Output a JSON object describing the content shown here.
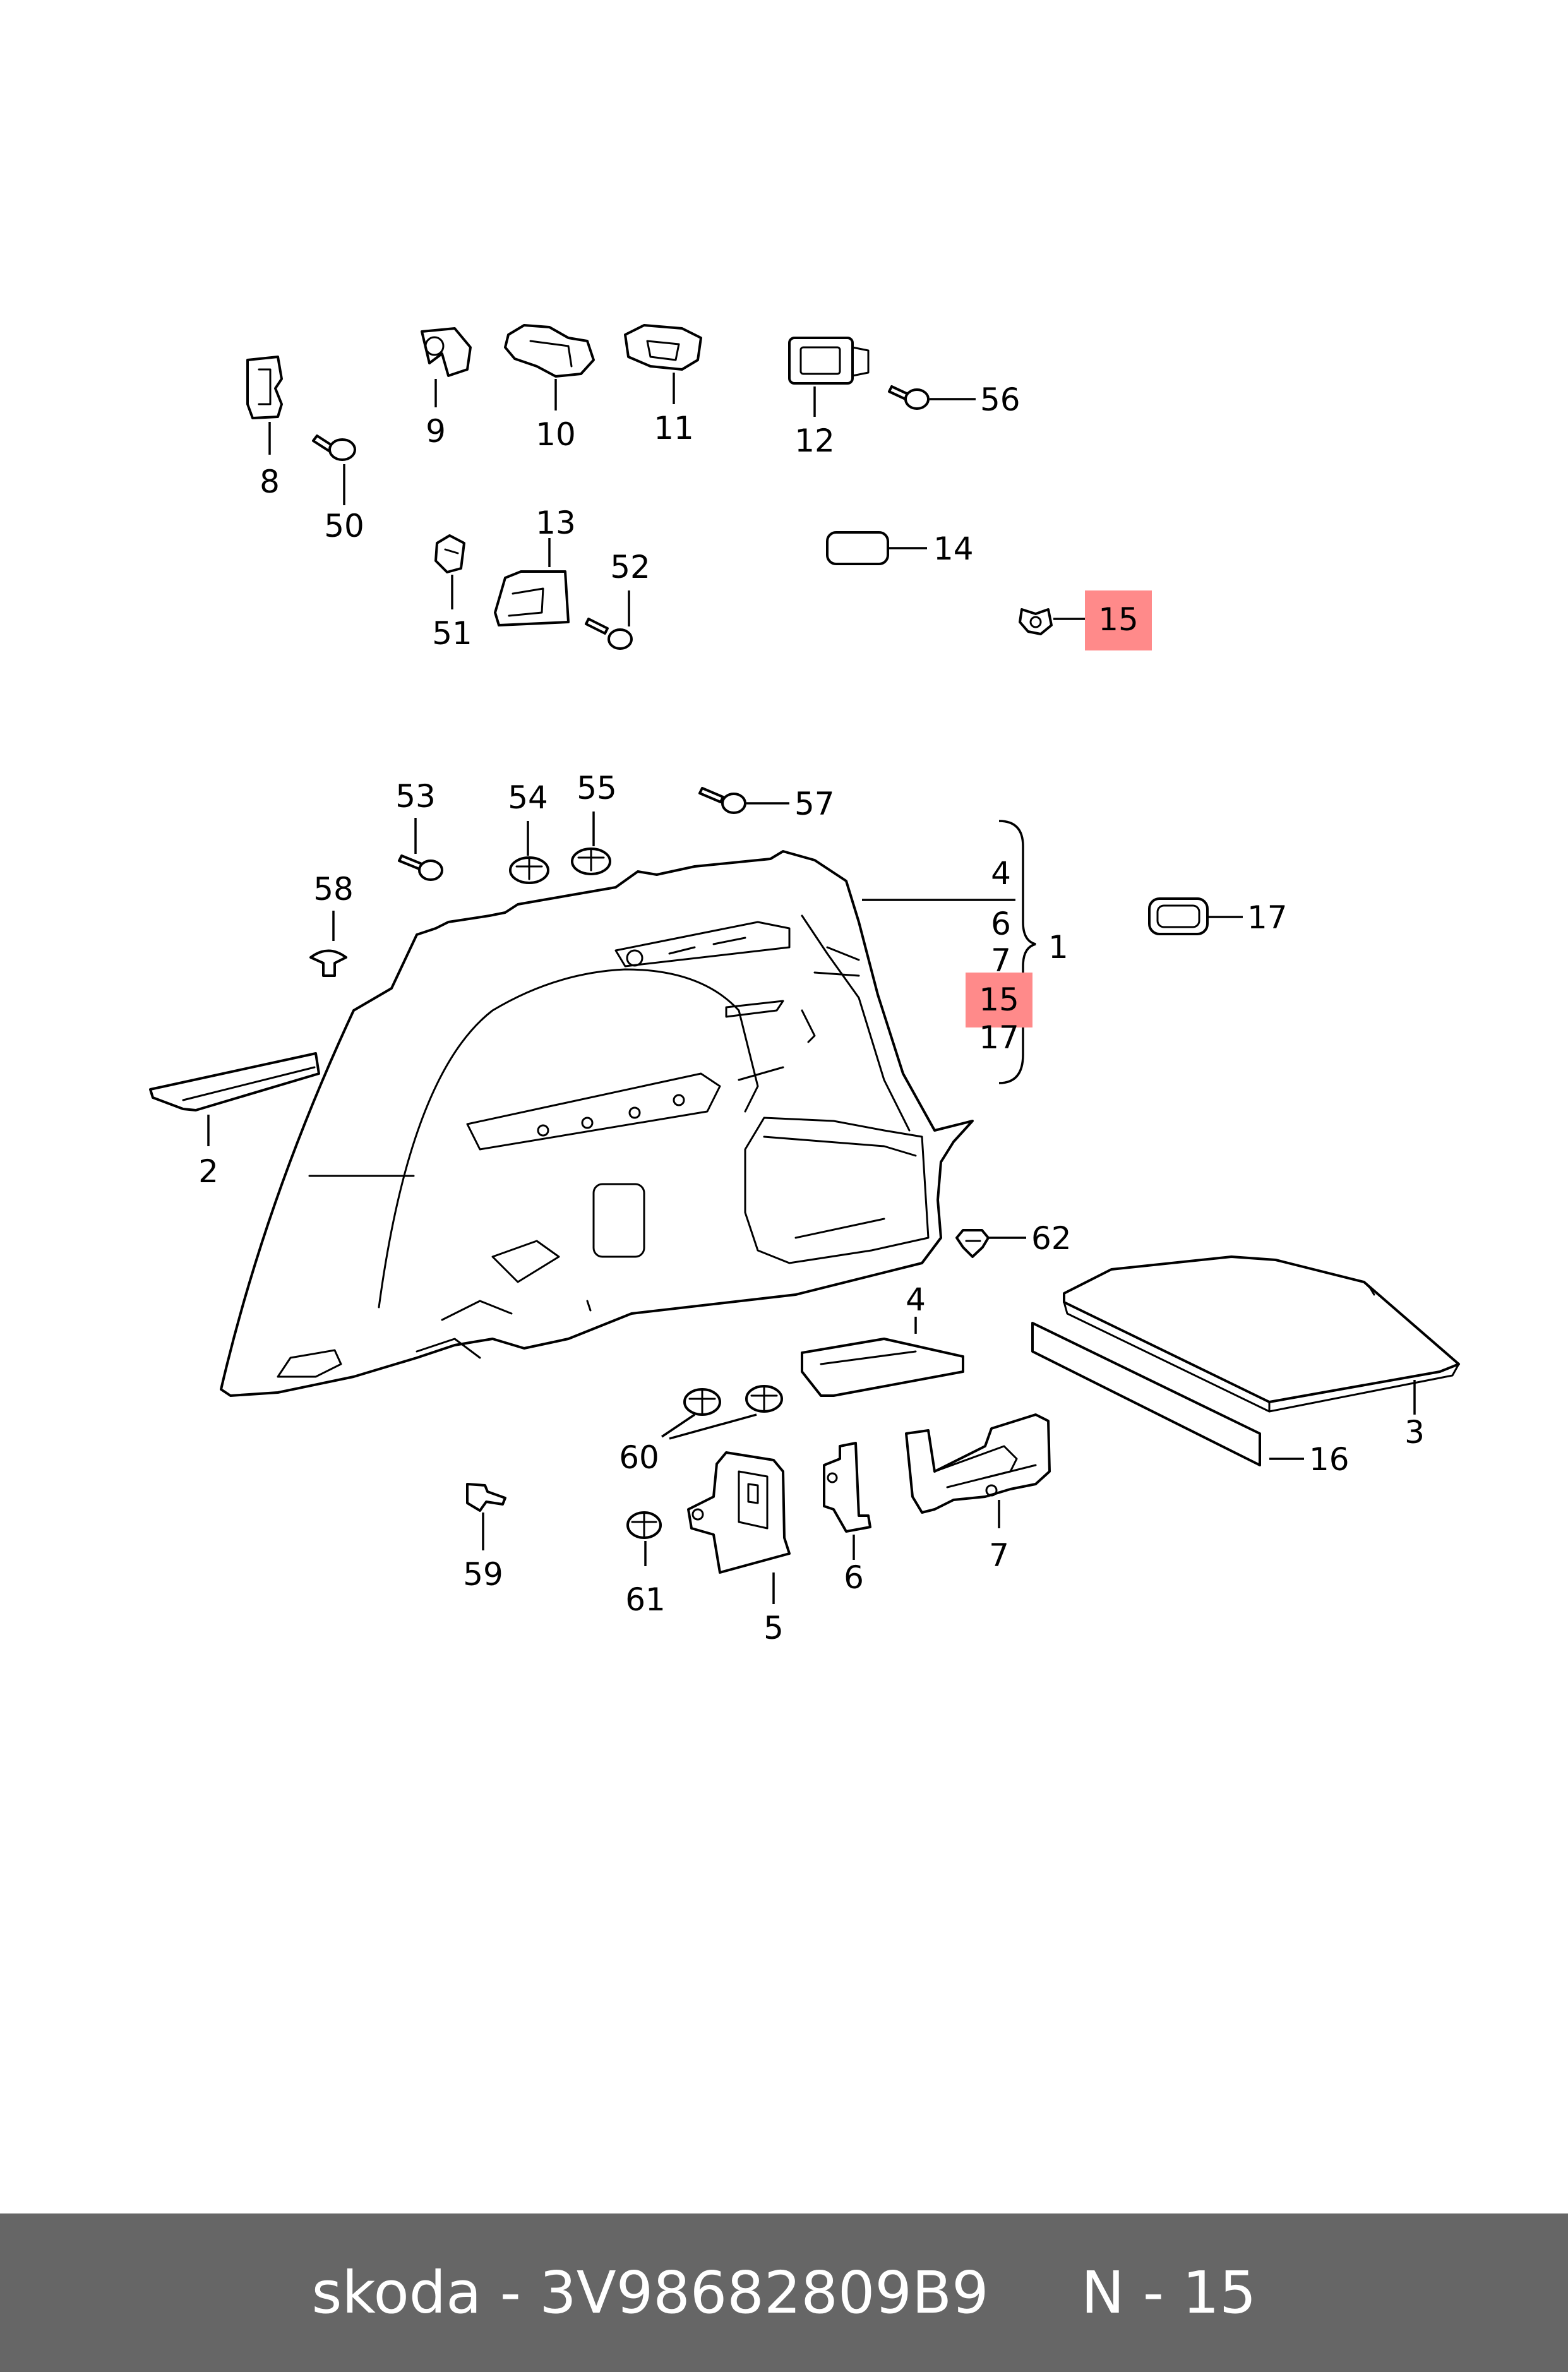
{
  "callouts": {
    "c8": "8",
    "c50": "50",
    "c9": "9",
    "c10": "10",
    "c11": "11",
    "c12": "12",
    "c56": "56",
    "c13": "13",
    "c51": "51",
    "c52": "52",
    "c14": "14",
    "c15_top": "15",
    "c53": "53",
    "c54": "54",
    "c55": "55",
    "c57": "57",
    "c58": "58",
    "c4_group": "4",
    "c6_group": "6",
    "c7_group": "7",
    "c15_group": "15",
    "c17_group": "17",
    "c1": "1",
    "c17": "17",
    "c2": "2",
    "c62": "62",
    "c4": "4",
    "c3": "3",
    "c16": "16",
    "c60": "60",
    "c59": "59",
    "c61": "61",
    "c5": "5",
    "c6": "6",
    "c7": "7"
  },
  "highlight_color": "#ff8a8a",
  "footer": {
    "brand": "skoda",
    "separator": " - ",
    "part_number": "3V98682809B9",
    "position_label": "N - 15",
    "background": "#666666"
  }
}
